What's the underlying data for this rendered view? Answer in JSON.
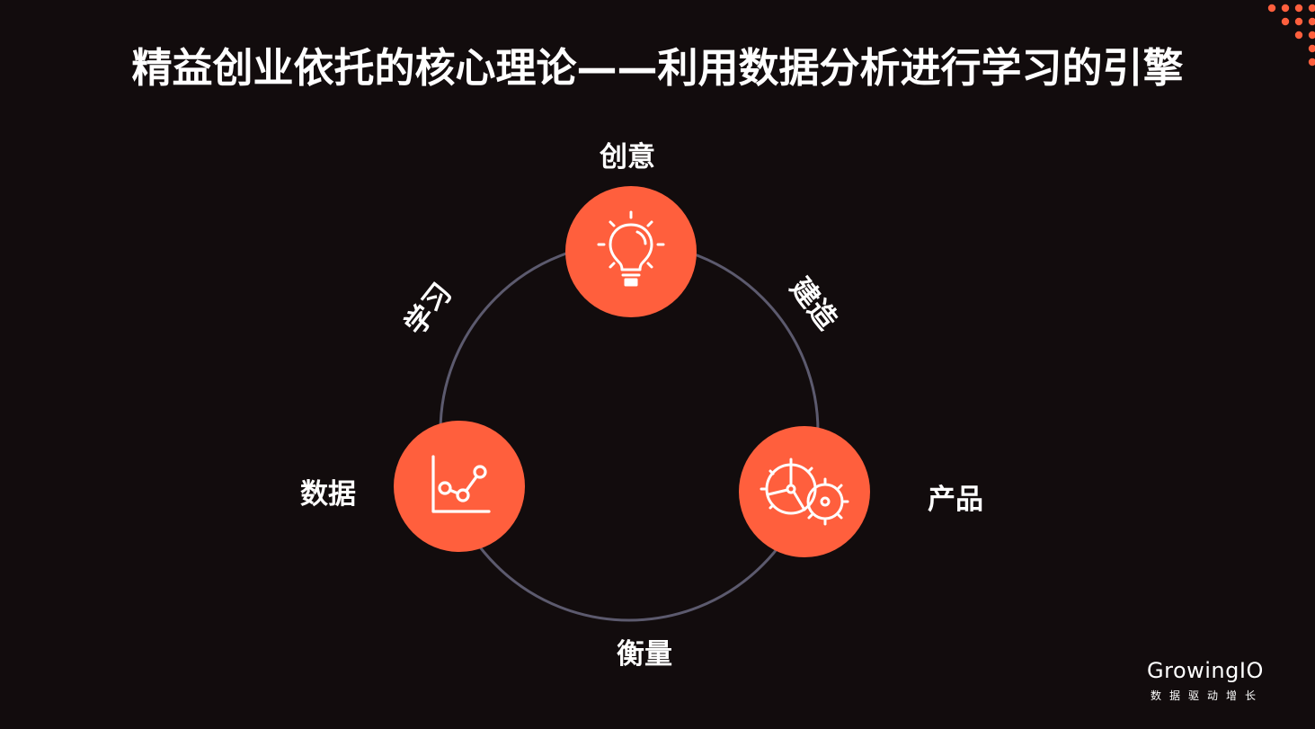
{
  "title": "精益创业依托的核心理论——利用数据分析进行学习的引擎",
  "cycle": {
    "nodes": {
      "idea": "创意",
      "product": "产品",
      "data": "数据"
    },
    "edges": {
      "build": "建造",
      "measure": "衡量",
      "learn": "学习"
    }
  },
  "logo": {
    "name": "GrowingIO",
    "tagline": "数据驱动增长"
  },
  "colors": {
    "background": "#120c0d",
    "accent": "#ff5f3d",
    "ring": "#5c5a6e",
    "text": "#ffffff"
  },
  "icons": {
    "idea": "lightbulb-icon",
    "product": "gears-icon",
    "data": "line-chart-icon"
  }
}
